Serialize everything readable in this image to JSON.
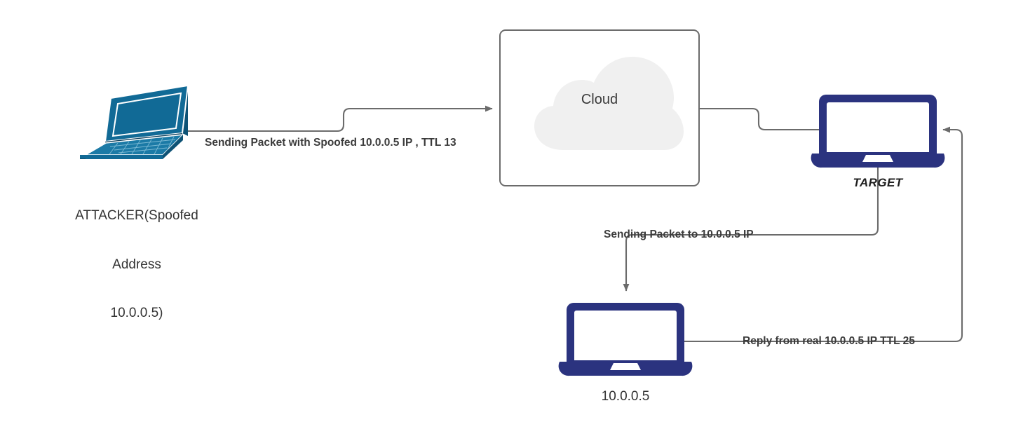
{
  "diagram": {
    "title": "IP Spoofing TTL Analysis Network Diagram",
    "background": "#ffffff",
    "colors": {
      "attacker_device": "#116A96",
      "attacker_device_dark": "#0D5275",
      "attacker_device_light": "#4795B8",
      "target_device": "#2B337F",
      "wire": "#6b6b6b",
      "cloud_fill": "#f0f0f0",
      "box_border": "#6b6b6b",
      "label_text": "#3a3a3a"
    }
  },
  "nodes": {
    "attacker": {
      "icon": "isometric-laptop-icon",
      "label_lines": [
        "ATTACKER(Spoofed",
        "Address",
        "10.0.0.5)"
      ],
      "label": "ATTACKER(Spoofed Address 10.0.0.5)"
    },
    "cloud": {
      "icon": "cloud-icon",
      "label": "Cloud",
      "container": "rounded-rectangle"
    },
    "target": {
      "icon": "laptop-icon",
      "label": "TARGET"
    },
    "real_host": {
      "icon": "laptop-icon",
      "label": "10.0.0.5"
    }
  },
  "edges": [
    {
      "id": "attacker-to-cloud",
      "from": "attacker",
      "to": "cloud",
      "label": "Sending Packet with Spoofed 10.0.0.5 IP , TTL 13",
      "arrow": "to"
    },
    {
      "id": "cloud-to-target",
      "from": "cloud",
      "to": "target",
      "label": "",
      "arrow": "none"
    },
    {
      "id": "target-to-real-host",
      "from": "target",
      "to": "real_host",
      "label": "Sending Packet to 10.0.0.5 IP",
      "arrow": "to"
    },
    {
      "id": "real-host-to-target",
      "from": "real_host",
      "to": "target",
      "label": "Reply from real 10.0.0.5 IP TTL 25",
      "arrow": "to"
    }
  ]
}
